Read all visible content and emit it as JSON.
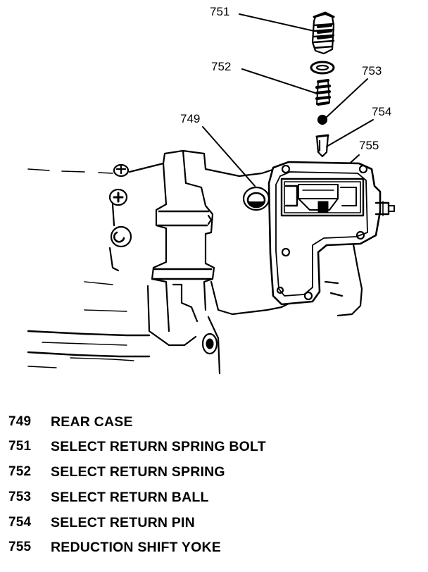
{
  "callouts": {
    "c751": "751",
    "c752": "752",
    "c753": "753",
    "c754": "754",
    "c755": "755",
    "c749": "749"
  },
  "legend": [
    {
      "number": "749",
      "description": "REAR CASE"
    },
    {
      "number": "751",
      "description": "SELECT RETURN SPRING BOLT"
    },
    {
      "number": "752",
      "description": "SELECT RETURN SPRING"
    },
    {
      "number": "753",
      "description": "SELECT RETURN BALL"
    },
    {
      "number": "754",
      "description": "SELECT RETURN PIN"
    },
    {
      "number": "755",
      "description": "REDUCTION SHIFT YOKE"
    }
  ],
  "colors": {
    "ink": "#000000",
    "paper": "#ffffff"
  }
}
